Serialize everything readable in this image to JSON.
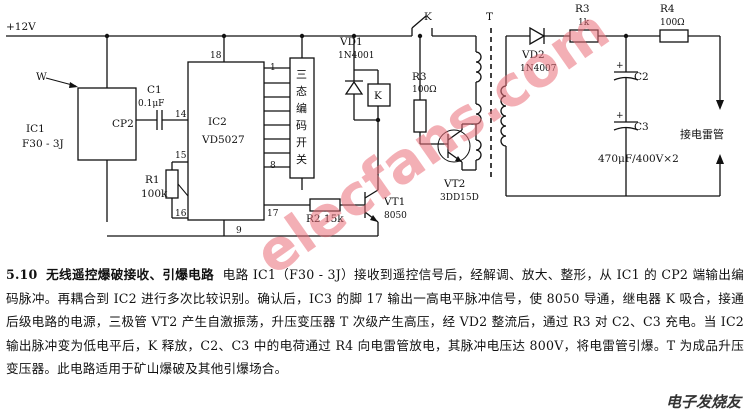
{
  "diagram": {
    "supply": "+12V",
    "w": "W",
    "k_top": "K",
    "t_top": "T",
    "ic1": "IC1",
    "ic1_part": "F30 - 3J",
    "c1": "C1",
    "c1_val": "0.1μF",
    "cp2": "CP2",
    "ic2": "IC2",
    "ic2_part": "VD5027",
    "pin18": "18",
    "pin14": "14",
    "pin15": "15",
    "pin16": "16",
    "pin17": "17",
    "pin9": "9",
    "pin1": "1",
    "pin8": "8",
    "r1": "R1",
    "r1_val": "100k",
    "switch_text": [
      "三",
      "态",
      "编",
      "码",
      "开",
      "关"
    ],
    "vd1": "VD1",
    "vd1_part": "1N4001",
    "relay": "K",
    "r2": "R2 15k",
    "vt1": "VT1",
    "vt1_part": "8050",
    "r3": "R3",
    "r3_val": "100Ω",
    "vt2": "VT2",
    "vt2_part": "3DD15D",
    "vd2": "VD2",
    "vd2_part": "1N4007",
    "r3_top": "R3",
    "r3_top_val": "1k",
    "r4": "R4",
    "r4_val": "100Ω",
    "c2": "C2",
    "c3": "C3",
    "cap_val": "470μF/400V×2",
    "plus": "+",
    "detonator": "接电雷管"
  },
  "caption": {
    "number": "5.10",
    "title": "无线遥控爆破接收、引爆电路",
    "body": "电路 IC1（F30 - 3J）接收到遥控信号后，经解调、放大、整形，从 IC1 的 CP2 端输出编码脉冲。再耦合到 IC2 进行多次比较识别。确认后，IC3 的脚 17 输出一高电平脉冲信号，使 8050 导通，继电器 K 吸合，接通后级电路的电源，三极管 VT2 产生自激振荡，升压变压器 T 次级产生高压，经 VD2 整流后，通过 R3 对 C2、C3 充电。当 IC2 输出脉冲变为低电平后，K 释放，C2、C3 中的电荷通过 R4 向电雷管放电，其脉冲电压达 800V，将电雷管引爆。T 为成品升压变压器。此电路适用于矿山爆破及其他引爆场合。"
  },
  "watermark": "elecfans.com",
  "logo": "电子发烧友"
}
